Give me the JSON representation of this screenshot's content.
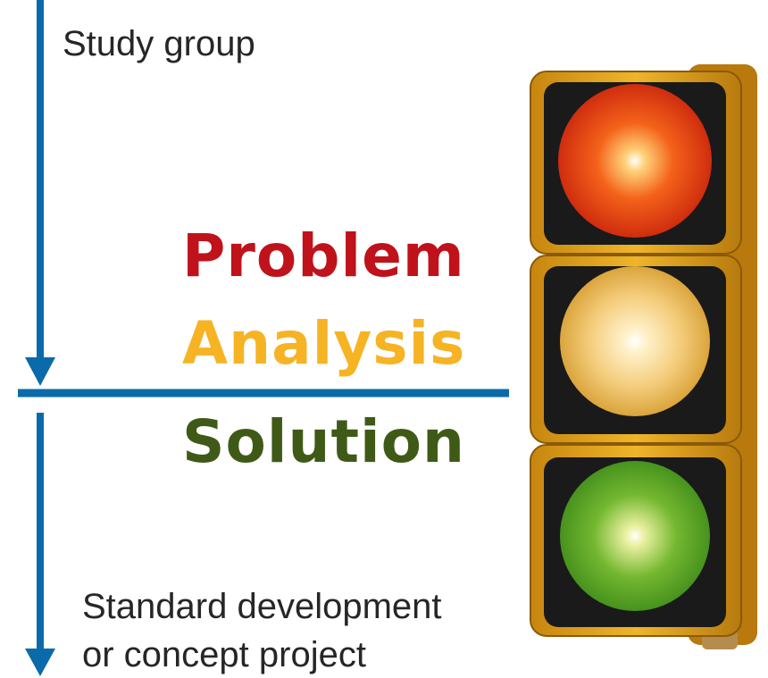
{
  "labels": {
    "study_group": "Study group",
    "standard_line1": "Standard development",
    "standard_line2": "or concept project"
  },
  "words": {
    "problem": "Problem",
    "analysis": "Analysis",
    "solution": "Solution"
  },
  "colors": {
    "arrow": "#0a6aaa",
    "problem": "#c0121a",
    "analysis": "#f6b324",
    "solution": "#3f5a17",
    "housing": "#e3a21c",
    "red_light": "#f06018",
    "amber_light": "#f3c56a",
    "green_light": "#6ab32e"
  }
}
